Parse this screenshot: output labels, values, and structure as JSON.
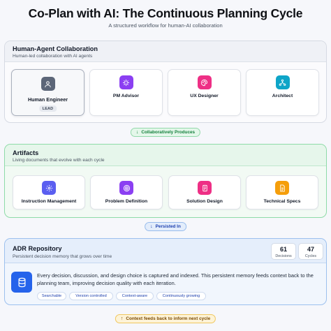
{
  "header": {
    "title": "Co-Plan with AI: The Continuous Planning Cycle",
    "subtitle": "A structured workflow for human-AI collaboration"
  },
  "collaboration": {
    "title": "Human-Agent Collaboration",
    "subtitle": "Human-led collaboration with AI agents",
    "agents": [
      {
        "label": "Human Engineer",
        "badge": "LEAD",
        "icon": "person-icon",
        "color": "#5c6678"
      },
      {
        "label": "PM Advisor",
        "icon": "sparkle-icon",
        "color": "#8b3ff2"
      },
      {
        "label": "UX Designer",
        "icon": "palette-icon",
        "color": "#ee2f85"
      },
      {
        "label": "Architect",
        "icon": "network-icon",
        "color": "#0ea5c8"
      }
    ]
  },
  "connectors": {
    "produces": "Collaboratively Produces",
    "persisted": "Persisted In",
    "feedback": "Context feeds back to inform next cycle"
  },
  "artifacts": {
    "title": "Artifacts",
    "subtitle": "Living documents that evolve with each cycle",
    "items": [
      {
        "label": "Instruction Management",
        "icon": "gear-icon",
        "color": "#5b5ff0"
      },
      {
        "label": "Problem Definition",
        "icon": "target-icon",
        "color": "#8b3ff2"
      },
      {
        "label": "Solution Design",
        "icon": "layers-icon",
        "color": "#ee2f85"
      },
      {
        "label": "Technical Specs",
        "icon": "document-icon",
        "color": "#f59e0b"
      }
    ]
  },
  "adr": {
    "title": "ADR Repository",
    "subtitle": "Persistent decision memory that grows over time",
    "stats": [
      {
        "value": "61",
        "caption": "Decisions"
      },
      {
        "value": "47",
        "caption": "Cycles"
      }
    ],
    "description": "Every decision, discussion, and design choice is captured and indexed. This persistent memory feeds context back to the planning team, improving decision quality with each iteration.",
    "tags": [
      "Searchable",
      "Version controlled",
      "Context-aware",
      "Continuously growing"
    ],
    "icon": "database-icon",
    "color": "#2563eb"
  }
}
